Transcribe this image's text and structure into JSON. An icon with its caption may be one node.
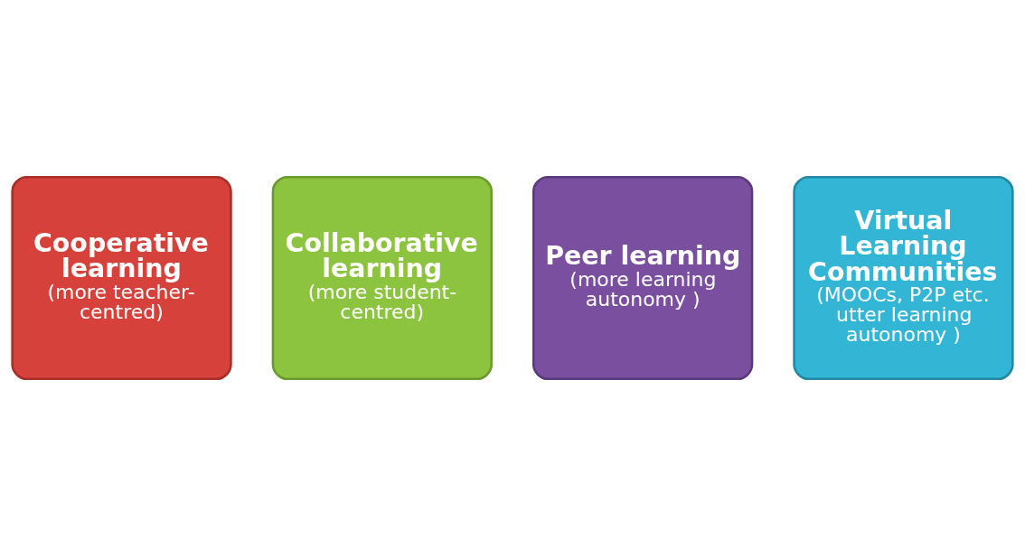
{
  "diagram": {
    "nodes": [
      {
        "text": [
          "Cooperative learning",
          "(more teacher-centred)"
        ]
      },
      {
        "text": [
          "Collaborative learning",
          "(more student-centred)"
        ]
      },
      {
        "text": [
          "Peer learning",
          "(more learning autonomy )"
        ]
      },
      {
        "text": [
          "Virtual Learning Communities",
          "(MOOCs, P2P etc. utter learning autonomy )"
        ]
      }
    ]
  }
}
